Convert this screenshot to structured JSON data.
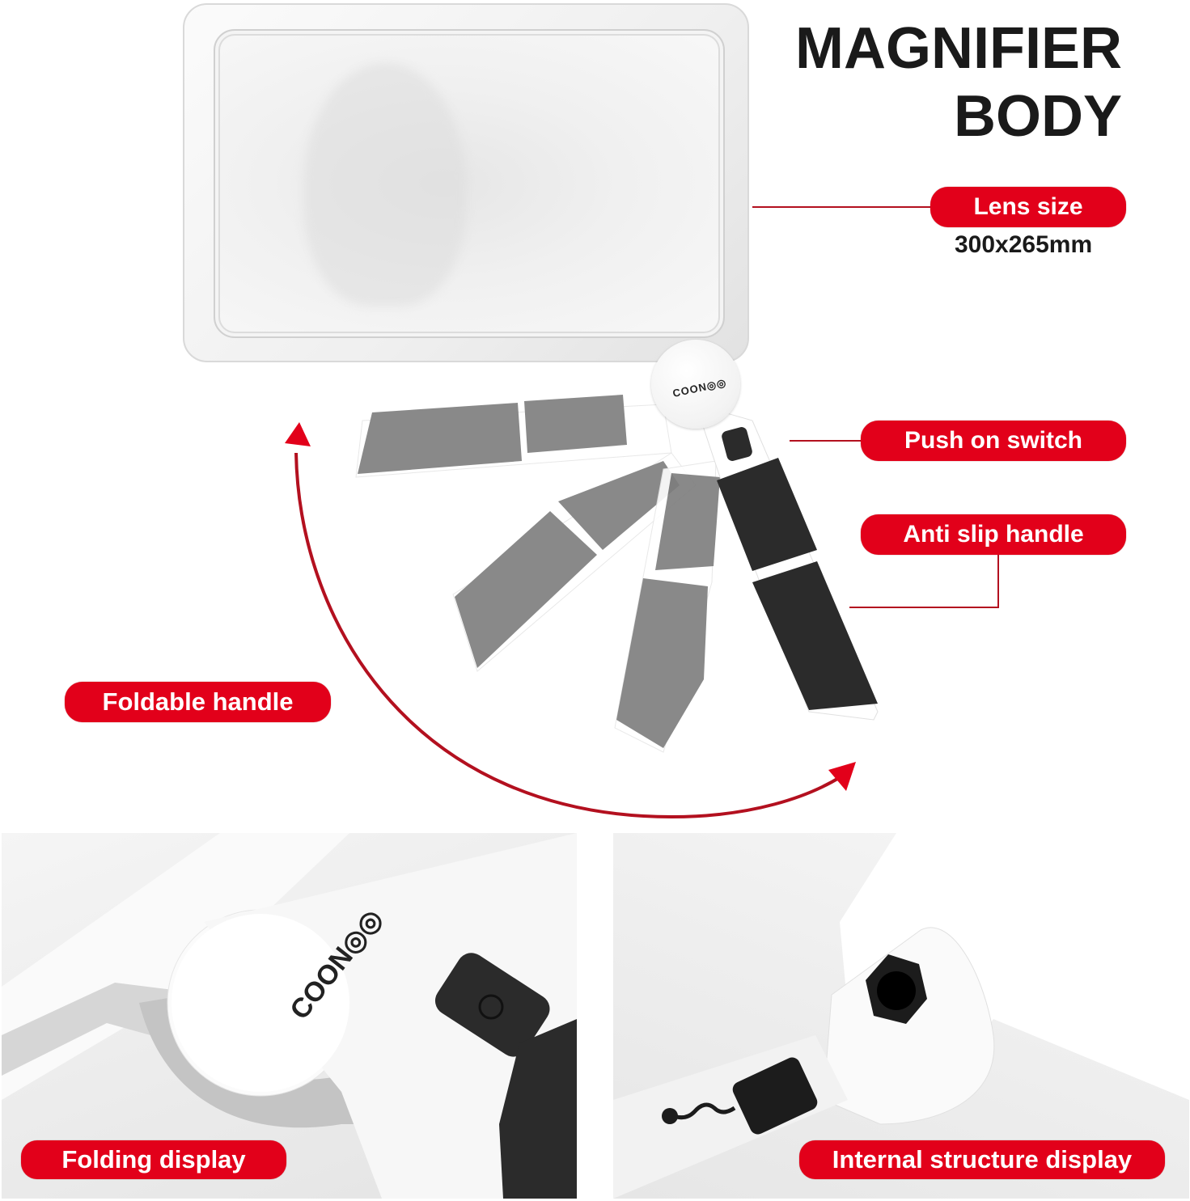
{
  "title": {
    "line1": "MAGNIFIER",
    "line2": "BODY"
  },
  "callouts": {
    "lens_size": {
      "label": "Lens size",
      "value": "300x265mm"
    },
    "push_switch": {
      "label": "Push on switch"
    },
    "anti_slip": {
      "label": "Anti slip handle"
    },
    "foldable": {
      "label": "Foldable handle"
    }
  },
  "product": {
    "brand": "COON◎◎"
  },
  "panels": {
    "left": {
      "label": "Folding display"
    },
    "right": {
      "label": "Internal structure display"
    }
  },
  "colors": {
    "accent_red": "#e2001a",
    "leader_red": "#b3101f",
    "title_text": "#1a1a1a",
    "grip_dark": "#2b2b2b",
    "grip_gray": "#7d7d7d"
  }
}
